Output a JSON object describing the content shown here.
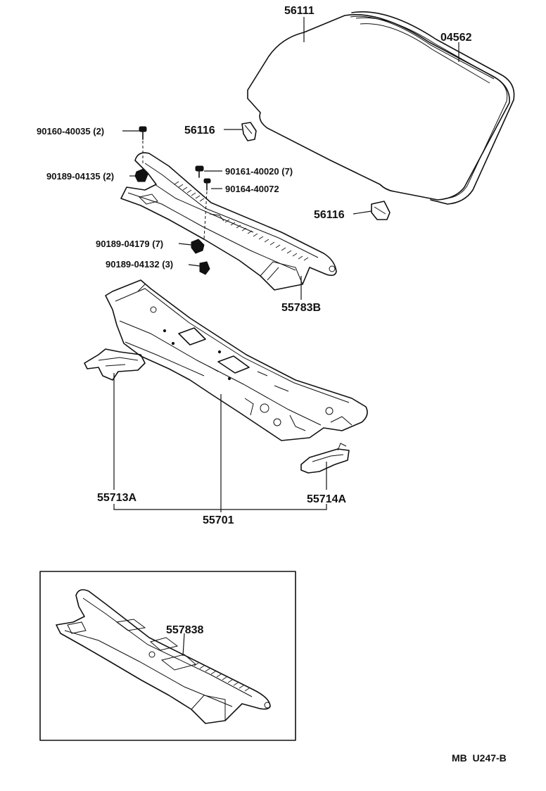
{
  "labels": {
    "windshield_glass": "56111",
    "windshield_moulding": "04562",
    "clip_upper": "56116",
    "clip_lower": "56116",
    "screw_upper": "90160-40035 (2)",
    "nut_upper": "90189-04135 (2)",
    "screw_mid": "90161-40020 (7)",
    "screw_small": "90164-40072",
    "nut_mid": "90189-04179 (7)",
    "nut_lower": "90189-04132 (3)",
    "louver_main": "55783B",
    "panel_bracket_left": "55713A",
    "panel_bracket_right": "55714A",
    "cowl_panel": "55701",
    "louver_inset": "557838"
  },
  "footer": {
    "code": "MB  U247-B"
  }
}
